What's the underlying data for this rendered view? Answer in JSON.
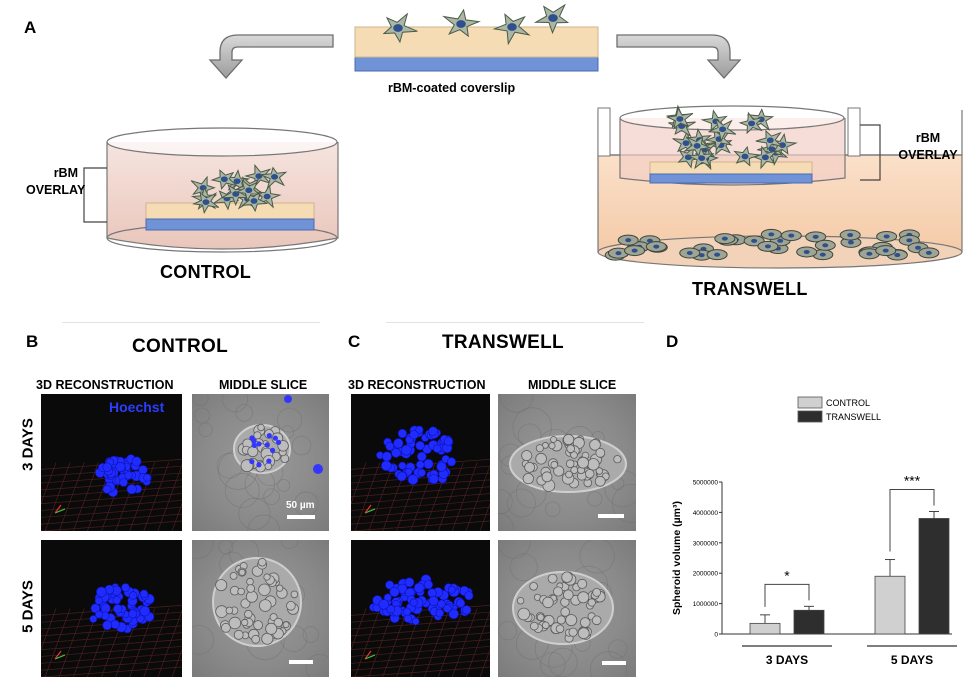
{
  "panels": {
    "a": {
      "letter": "A"
    },
    "b": {
      "letter": "B",
      "title": "CONTROL"
    },
    "c": {
      "letter": "C",
      "title": "TRANSWELL"
    },
    "d": {
      "letter": "D"
    }
  },
  "diagram": {
    "coverslip_label": "rBM-coated coverslip",
    "overlay_label_line1": "rBM",
    "overlay_label_line2": "OVERLAY",
    "control_label": "CONTROL",
    "transwell_label": "TRANSWELL"
  },
  "micrographs": {
    "col_3d": "3D RECONSTRUCTION",
    "col_slice": "MIDDLE SLICE",
    "row_3days": "3 DAYS",
    "row_5days": "5 DAYS",
    "stain_label": "Hoechst",
    "scale_label": "50 µm"
  },
  "chart_data": {
    "type": "bar",
    "categories": [
      "3 DAYS",
      "5 DAYS"
    ],
    "series": [
      {
        "name": "CONTROL",
        "color": "#d0d0d0",
        "values": [
          350000,
          1900000
        ],
        "errors": [
          280000,
          550000
        ]
      },
      {
        "name": "TRANSWELL",
        "color": "#2e2e2e",
        "values": [
          780000,
          3800000
        ],
        "errors": [
          130000,
          230000
        ]
      }
    ],
    "ylabel": "Spheroid volume (µm³)",
    "ylim": [
      0,
      5000000
    ],
    "yticks": [
      "0",
      "1000000",
      "2000000",
      "3000000",
      "4000000",
      "5000000"
    ],
    "significance": [
      "*",
      "***"
    ],
    "legend_position": "top"
  }
}
